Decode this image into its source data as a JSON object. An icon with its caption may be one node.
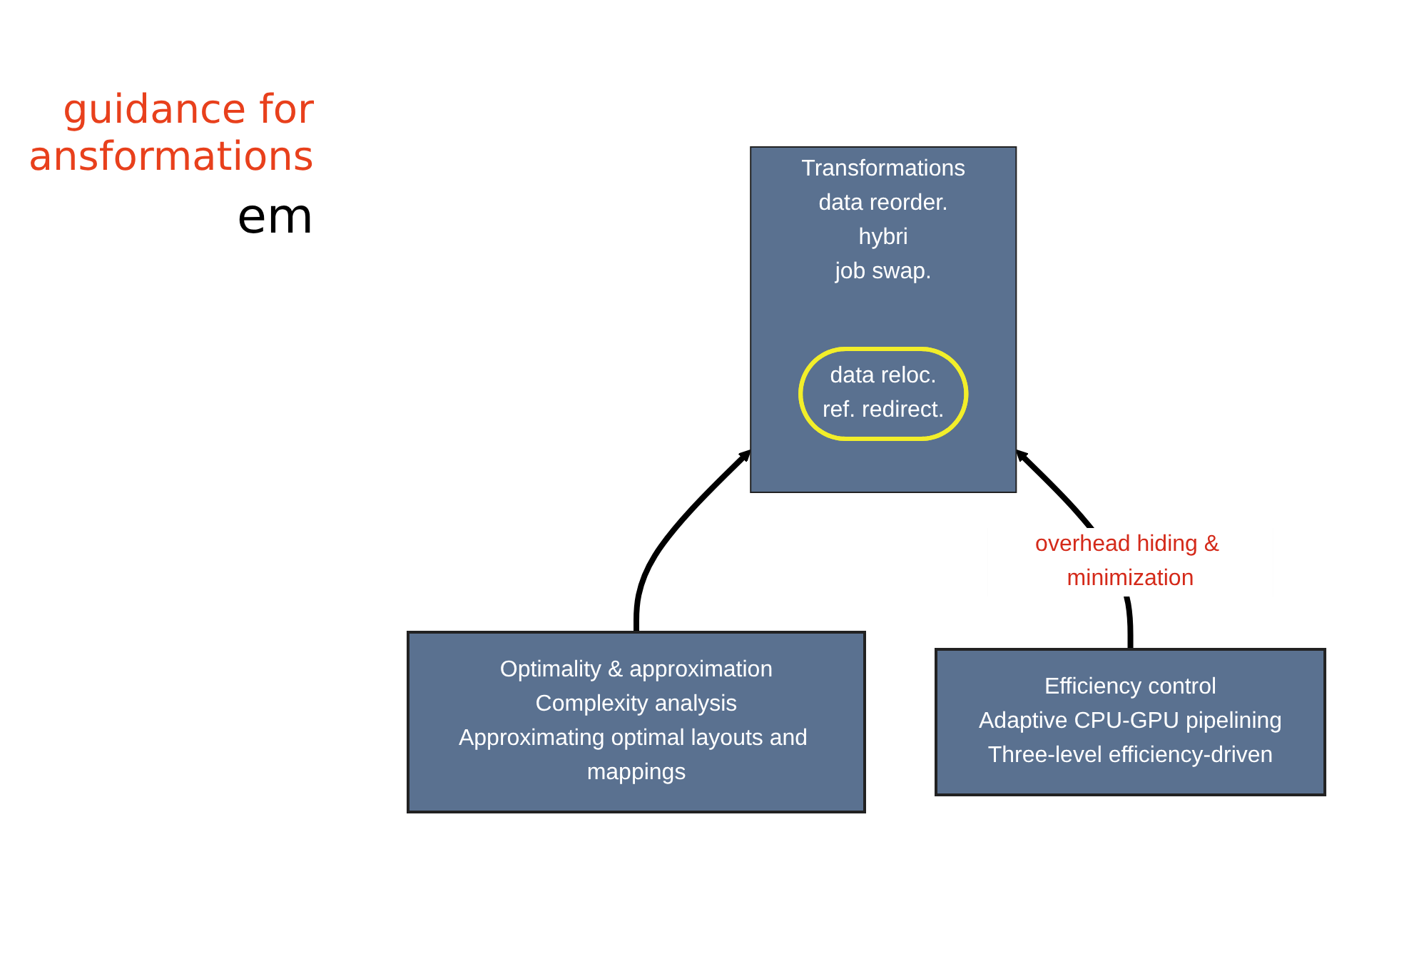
{
  "diagram": {
    "nodes": [
      {
        "text": [
          "Transformations",
          "data reorder.",
          "hybri",
          "job swap."
        ]
      },
      {
        "text": [
          "data reloc.",
          "ref. redirect."
        ],
        "in": 0
      },
      {
        "text": [
          "Efficiency control",
          "Adaptive CPU-GPU pipelining",
          "Three-level efficiency-driven"
        ]
      },
      {
        "text": [
          "Optimality & approximation",
          "Complexity analysis",
          "Approximating optimal layouts and mappings"
        ]
      }
    ],
    "edges": [
      {
        "from": 3,
        "to": 0,
        "arrow": "to"
      },
      {
        "from": 2,
        "to": 0,
        "arrow": "to",
        "label": "overhead hiding & minimization"
      }
    ],
    "labels": [
      "guidance for ansformations",
      "em"
    ]
  }
}
